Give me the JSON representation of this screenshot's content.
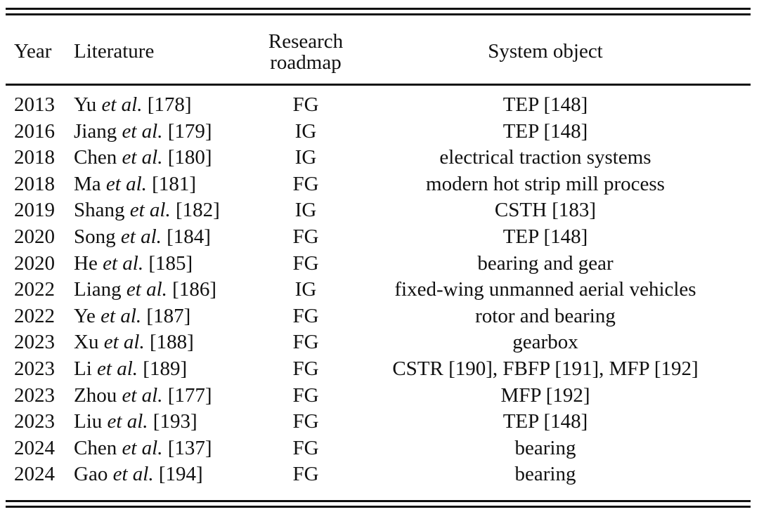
{
  "table": {
    "headers": {
      "year": "Year",
      "literature": "Literature",
      "roadmap_line1": "Research",
      "roadmap_line2": "roadmap",
      "system": "System object"
    },
    "rows": [
      {
        "year": "2013",
        "author": "Yu",
        "etal": "et al.",
        "ref": "[178]",
        "roadmap": "FG",
        "system": "TEP [148]"
      },
      {
        "year": "2016",
        "author": "Jiang",
        "etal": "et al.",
        "ref": "[179]",
        "roadmap": "IG",
        "system": "TEP [148]"
      },
      {
        "year": "2018",
        "author": "Chen",
        "etal": "et al.",
        "ref": "[180]",
        "roadmap": "IG",
        "system": "electrical traction systems"
      },
      {
        "year": "2018",
        "author": "Ma",
        "etal": "et al.",
        "ref": "[181]",
        "roadmap": "FG",
        "system": "modern hot strip mill process"
      },
      {
        "year": "2019",
        "author": "Shang",
        "etal": "et al.",
        "ref": "[182]",
        "roadmap": "IG",
        "system": "CSTH [183]"
      },
      {
        "year": "2020",
        "author": "Song",
        "etal": "et al.",
        "ref": "[184]",
        "roadmap": "FG",
        "system": "TEP [148]"
      },
      {
        "year": "2020",
        "author": "He",
        "etal": "et al.",
        "ref": "[185]",
        "roadmap": "FG",
        "system": "bearing and gear"
      },
      {
        "year": "2022",
        "author": "Liang",
        "etal": "et al.",
        "ref": "[186]",
        "roadmap": "IG",
        "system": "fixed-wing unmanned aerial vehicles"
      },
      {
        "year": "2022",
        "author": "Ye",
        "etal": "et al.",
        "ref": "[187]",
        "roadmap": "FG",
        "system": "rotor and bearing"
      },
      {
        "year": "2023",
        "author": "Xu",
        "etal": "et al.",
        "ref": "[188]",
        "roadmap": "FG",
        "system": "gearbox"
      },
      {
        "year": "2023",
        "author": "Li",
        "etal": "et al.",
        "ref": "[189]",
        "roadmap": "FG",
        "system": "CSTR [190], FBFP [191], MFP [192]"
      },
      {
        "year": "2023",
        "author": "Zhou",
        "etal": "et al.",
        "ref": "[177]",
        "roadmap": "FG",
        "system": "MFP [192]"
      },
      {
        "year": "2023",
        "author": "Liu",
        "etal": "et al.",
        "ref": "[193]",
        "roadmap": "FG",
        "system": "TEP [148]"
      },
      {
        "year": "2024",
        "author": "Chen",
        "etal": "et al.",
        "ref": "[137]",
        "roadmap": "FG",
        "system": "bearing"
      },
      {
        "year": "2024",
        "author": "Gao",
        "etal": "et al.",
        "ref": "[194]",
        "roadmap": "FG",
        "system": "bearing"
      }
    ]
  }
}
